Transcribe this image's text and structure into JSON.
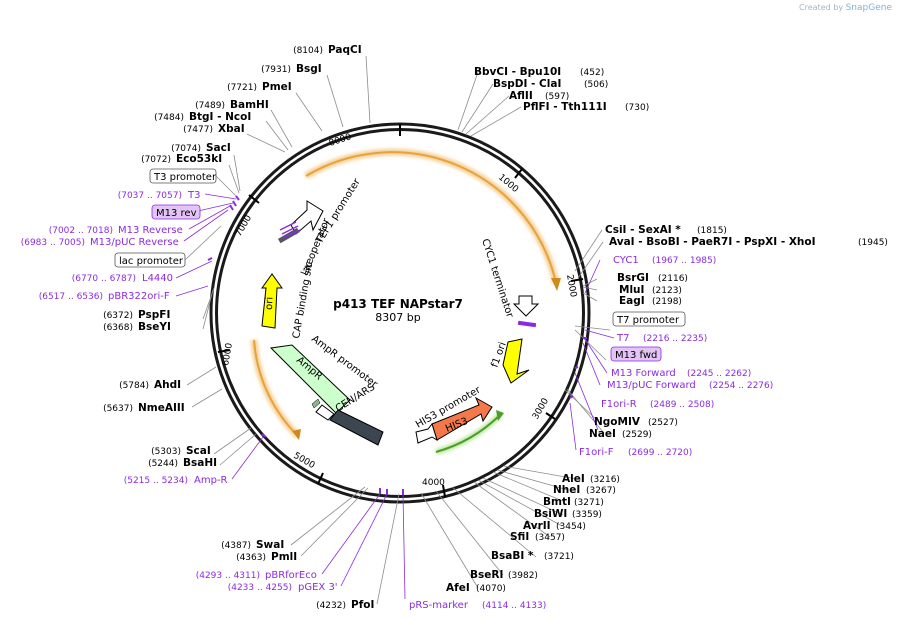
{
  "branding": {
    "prefix": "Created by",
    "name": "SnapGene"
  },
  "plasmid": {
    "name": "p413 TEF NAPstar7",
    "length": "8307 bp"
  },
  "ticks": [
    "1000",
    "2000",
    "3000",
    "4000",
    "5000",
    "6000",
    "7000",
    "8000"
  ],
  "enzymes": [
    {
      "id": "paqci",
      "name": "PaqCI",
      "pos": "(8104)"
    },
    {
      "id": "bsgi",
      "name": "BsgI",
      "pos": "(7931)"
    },
    {
      "id": "pmei",
      "name": "PmeI",
      "pos": "(7721)"
    },
    {
      "id": "bamhi",
      "name": "BamHI",
      "pos": "(7489)"
    },
    {
      "id": "btgi-ncoi",
      "name": "BtgI  - NcoI",
      "pos": "(7484)"
    },
    {
      "id": "xbai",
      "name": "XbaI",
      "pos": "(7477)"
    },
    {
      "id": "saci",
      "name": "SacI",
      "pos": "(7074)"
    },
    {
      "id": "eco53ki",
      "name": "Eco53kI",
      "pos": "(7072)"
    },
    {
      "id": "pspfi",
      "name": "PspFI",
      "pos": "(6372)"
    },
    {
      "id": "bseyi",
      "name": "BseYI",
      "pos": "(6368)"
    },
    {
      "id": "ahdi",
      "name": "AhdI",
      "pos": "(5784)"
    },
    {
      "id": "nmeaiii",
      "name": "NmeAIII",
      "pos": "(5637)"
    },
    {
      "id": "scai",
      "name": "ScaI",
      "pos": "(5303)"
    },
    {
      "id": "bsahi",
      "name": "BsaHI",
      "pos": "(5244)"
    },
    {
      "id": "swai",
      "name": "SwaI",
      "pos": "(4387)"
    },
    {
      "id": "pmli",
      "name": "PmlI",
      "pos": "(4363)"
    },
    {
      "id": "pfoi",
      "name": "PfoI",
      "pos": "(4232)"
    },
    {
      "id": "afei",
      "name": "AfeI",
      "pos": "(4070)"
    },
    {
      "id": "bseri",
      "name": "BseRI",
      "pos": "(3982)"
    },
    {
      "id": "bsabi",
      "name": "BsaBI  *",
      "pos": "(3721)"
    },
    {
      "id": "sfii",
      "name": "SfiI",
      "pos": "(3457)"
    },
    {
      "id": "avrii",
      "name": "AvrII",
      "pos": "(3454)"
    },
    {
      "id": "bsiwi",
      "name": "BsiWI",
      "pos": "(3359)"
    },
    {
      "id": "bmti",
      "name": "BmtI",
      "pos": "(3271)"
    },
    {
      "id": "nhei",
      "name": "NheI",
      "pos": "(3267)"
    },
    {
      "id": "alei",
      "name": "AleI",
      "pos": "(3216)"
    },
    {
      "id": "naei",
      "name": "NaeI",
      "pos": "(2529)"
    },
    {
      "id": "ngomiv",
      "name": "NgoMIV",
      "pos": "(2527)"
    },
    {
      "id": "eagi",
      "name": "EagI",
      "pos": "(2198)"
    },
    {
      "id": "mlui",
      "name": "MluI",
      "pos": "(2123)"
    },
    {
      "id": "bsrgi",
      "name": "BsrGI",
      "pos": "(2116)"
    },
    {
      "id": "avai-group",
      "name": "AvaI  - BsoBI  - PaeR7I  - PspXI  - XhoI",
      "pos": "(1945)"
    },
    {
      "id": "csii-sexai",
      "name": "CsiI  - SexAI  *",
      "pos": "(1815)"
    },
    {
      "id": "pflfi-tth111i",
      "name": "PflFI  - Tth111I",
      "pos": "(730)"
    },
    {
      "id": "aflii",
      "name": "AflII",
      "pos": "(597)"
    },
    {
      "id": "bspdi-clai",
      "name": "BspDI  - ClaI",
      "pos": "(506)"
    },
    {
      "id": "bbvci-bpu10i",
      "name": "BbvCI  - Bpu10I",
      "pos": "(452)"
    }
  ],
  "primers": [
    {
      "id": "t3",
      "name": "T3",
      "pos": "(7037 .. 7057)"
    },
    {
      "id": "m13-reverse",
      "name": "M13 Reverse",
      "pos": "(7002 .. 7018)"
    },
    {
      "id": "m13-puc-reverse",
      "name": "M13/pUC Reverse",
      "pos": "(6983 .. 7005)"
    },
    {
      "id": "l4440",
      "name": "L4440",
      "pos": "(6770 .. 6787)"
    },
    {
      "id": "pbr322ori-f",
      "name": "pBR322ori-F",
      "pos": "(6517 .. 6536)"
    },
    {
      "id": "amp-r",
      "name": "Amp-R",
      "pos": "(5215 .. 5234)"
    },
    {
      "id": "pbrforeco",
      "name": "pBRforEco",
      "pos": "(4293 .. 4311)"
    },
    {
      "id": "pgex-3",
      "name": "pGEX 3'",
      "pos": "(4233 .. 4255)"
    },
    {
      "id": "prs-marker",
      "name": "pRS-marker",
      "pos": "(4114 .. 4133)"
    },
    {
      "id": "f1ori-f",
      "name": "F1ori-F",
      "pos": "(2699 .. 2720)"
    },
    {
      "id": "f1ori-r",
      "name": "F1ori-R",
      "pos": "(2489 .. 2508)"
    },
    {
      "id": "m13-puc-forward",
      "name": "M13/pUC Forward",
      "pos": "(2254 .. 2276)"
    },
    {
      "id": "m13-forward",
      "name": "M13 Forward",
      "pos": "(2245 .. 2262)"
    },
    {
      "id": "t7",
      "name": "T7",
      "pos": "(2216 .. 2235)"
    },
    {
      "id": "cyc1",
      "name": "CYC1",
      "pos": "(1967 .. 1985)"
    }
  ],
  "boxed_labels": {
    "t3_promoter": "T3 promoter",
    "m13_rev": "M13 rev",
    "lac_promoter": "lac promoter",
    "t7_promoter": "T7 promoter",
    "m13_fwd": "M13 fwd"
  },
  "features": {
    "tef1_promoter": "TEF1 promoter",
    "lac_operator": "lac operator",
    "cap_binding_site": "CAP binding site",
    "ori": "ori",
    "ampr_promoter": "AmpR promoter",
    "ampr": "AmpR",
    "cen_ars": "CEN/ARS",
    "his3_promoter": "HIS3 promoter",
    "his3": "HIS3",
    "f1_ori": "f1 ori",
    "cyc1_terminator": "CYC1 terminator"
  },
  "colors": {
    "primer": "#8a2be2",
    "ori": "#ffff00",
    "ampr": "#ccffcc",
    "his3": "#f4784a",
    "cen_ars": "#3c4650",
    "orange_arc": "#e8a23a",
    "green_arc": "#6fbf3a"
  }
}
